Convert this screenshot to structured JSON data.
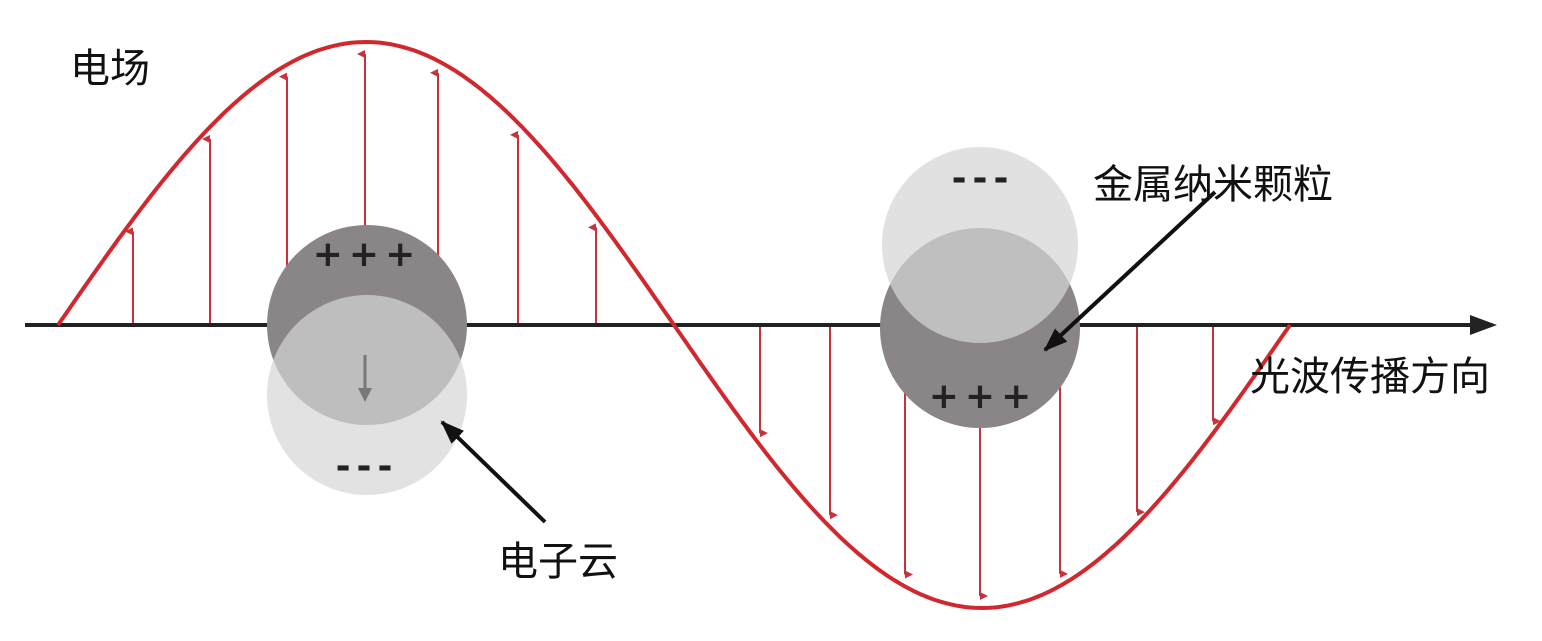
{
  "labels": {
    "electric_field": "电场",
    "nanoparticle": "金属纳米颗粒",
    "electron_cloud": "电子云",
    "propagation_direction": "光波传播方向"
  },
  "charges": {
    "positive": "+++",
    "negative": "---"
  },
  "colors": {
    "wave": "#d0282e",
    "field_arrow": "#c8323c",
    "axis": "#222222",
    "particle_dark": "#8a8688",
    "cloud_light": "#c8c8c8"
  }
}
